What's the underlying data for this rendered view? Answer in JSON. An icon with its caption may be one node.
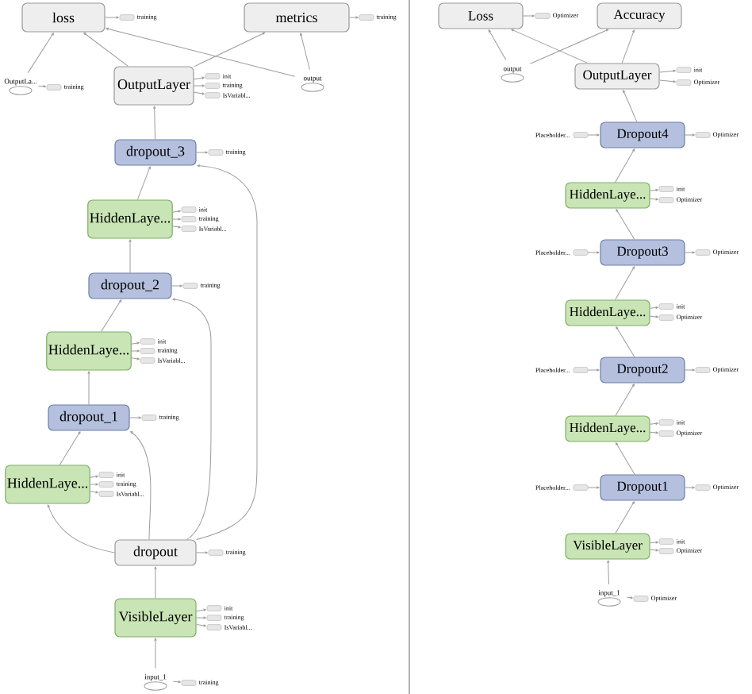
{
  "diagram": {
    "nodes": [
      {
        "text": [
          "loss"
        ]
      },
      {
        "text": [],
        "shape": "box",
        "beside": [
          "training"
        ]
      },
      {
        "text": [
          "metrics"
        ]
      },
      {
        "text": [],
        "shape": "box",
        "beside": [
          "training"
        ]
      },
      {
        "text": [
          "OutputLa..."
        ]
      },
      {
        "text": [],
        "shape": "box",
        "beside": [
          "training"
        ]
      },
      {
        "text": [
          "output"
        ]
      },
      {
        "text": [
          "OutputLayer"
        ]
      },
      {
        "text": [],
        "shape": "box",
        "beside": [
          "init"
        ]
      },
      {
        "text": [],
        "shape": "box",
        "beside": [
          "training"
        ]
      },
      {
        "text": [],
        "shape": "box",
        "beside": [
          "IsVariabl..."
        ]
      },
      {
        "text": [
          "dropout_3"
        ]
      },
      {
        "text": [],
        "shape": "box",
        "beside": [
          "training"
        ]
      },
      {
        "text": [
          "HiddenLaye..."
        ]
      },
      {
        "text": [],
        "shape": "box",
        "beside": [
          "init"
        ]
      },
      {
        "text": [],
        "shape": "box",
        "beside": [
          "training"
        ]
      },
      {
        "text": [],
        "shape": "box",
        "beside": [
          "IsVariabl..."
        ]
      },
      {
        "text": [
          "dropout_2"
        ]
      },
      {
        "text": [],
        "shape": "box",
        "beside": [
          "training"
        ]
      },
      {
        "text": [
          "HiddenLaye..."
        ]
      },
      {
        "text": [],
        "shape": "box",
        "beside": [
          "init"
        ]
      },
      {
        "text": [],
        "shape": "box",
        "beside": [
          "training"
        ]
      },
      {
        "text": [],
        "shape": "box",
        "beside": [
          "IsVariabl..."
        ]
      },
      {
        "text": [
          "dropout_1"
        ]
      },
      {
        "text": [],
        "shape": "box",
        "beside": [
          "training"
        ]
      },
      {
        "text": [
          "HiddenLaye..."
        ]
      },
      {
        "text": [],
        "shape": "box",
        "beside": [
          "init"
        ]
      },
      {
        "text": [],
        "shape": "box",
        "beside": [
          "training"
        ]
      },
      {
        "text": [],
        "shape": "box",
        "beside": [
          "IsVariabl..."
        ]
      },
      {
        "text": [
          "dropout"
        ]
      },
      {
        "text": [],
        "shape": "box",
        "beside": [
          "training"
        ]
      },
      {
        "text": [
          "VisibleLayer"
        ]
      },
      {
        "text": [],
        "shape": "box",
        "beside": [
          "init"
        ]
      },
      {
        "text": [],
        "shape": "box",
        "beside": [
          "training"
        ]
      },
      {
        "text": [],
        "shape": "box",
        "beside": [
          "IsVariabl..."
        ]
      },
      {
        "text": [
          "input_1"
        ]
      },
      {
        "text": [],
        "shape": "box",
        "beside": [
          "training"
        ]
      },
      {
        "text": [
          "Loss"
        ]
      },
      {
        "text": [],
        "shape": "box",
        "beside": [
          "Optimizer"
        ]
      },
      {
        "text": [
          "Accuracy"
        ]
      },
      {
        "text": [
          "output"
        ]
      },
      {
        "text": [
          "OutputLayer"
        ]
      },
      {
        "text": [],
        "shape": "box",
        "beside": [
          "init"
        ]
      },
      {
        "text": [],
        "shape": "box",
        "beside": [
          "Optimizer"
        ]
      },
      {
        "text": [],
        "shape": "box",
        "beside": [
          "Placeholder..."
        ]
      },
      {
        "text": [
          "Dropout4"
        ]
      },
      {
        "text": [],
        "shape": "box",
        "beside": [
          "Optimizer"
        ]
      },
      {
        "text": [
          "HiddenLaye..."
        ]
      },
      {
        "text": [],
        "shape": "box",
        "beside": [
          "init"
        ]
      },
      {
        "text": [],
        "shape": "box",
        "beside": [
          "Optimizer"
        ]
      },
      {
        "text": [],
        "shape": "box",
        "beside": [
          "Placeholder..."
        ]
      },
      {
        "text": [
          "Dropout3"
        ]
      },
      {
        "text": [],
        "shape": "box",
        "beside": [
          "Optimizer"
        ]
      },
      {
        "text": [
          "HiddenLaye..."
        ]
      },
      {
        "text": [],
        "shape": "box",
        "beside": [
          "init"
        ]
      },
      {
        "text": [],
        "shape": "box",
        "beside": [
          "Optimizer"
        ]
      },
      {
        "text": [],
        "shape": "box",
        "beside": [
          "Placeholder..."
        ]
      },
      {
        "text": [
          "Dropout2"
        ]
      },
      {
        "text": [],
        "shape": "box",
        "beside": [
          "Optimizer"
        ]
      },
      {
        "text": [
          "HiddenLaye..."
        ]
      },
      {
        "text": [],
        "shape": "box",
        "beside": [
          "init"
        ]
      },
      {
        "text": [],
        "shape": "box",
        "beside": [
          "Optimizer"
        ]
      },
      {
        "text": [],
        "shape": "box",
        "beside": [
          "Placeholder..."
        ]
      },
      {
        "text": [
          "Dropout1"
        ]
      },
      {
        "text": [],
        "shape": "box",
        "beside": [
          "Optimizer"
        ]
      },
      {
        "text": [
          "VisibleLayer"
        ]
      },
      {
        "text": [],
        "shape": "box",
        "beside": [
          "init"
        ]
      },
      {
        "text": [],
        "shape": "box",
        "beside": [
          "Optimizer"
        ]
      },
      {
        "text": [
          "input_1"
        ]
      },
      {
        "text": [],
        "shape": "box",
        "beside": [
          "Optimizer"
        ]
      }
    ],
    "edges": [
      {
        "from": 4,
        "to": 0,
        "arrow": "to"
      },
      {
        "from": 6,
        "to": 2,
        "arrow": "to"
      },
      {
        "from": 6,
        "to": 0,
        "arrow": "to"
      },
      {
        "from": 7,
        "to": 0,
        "arrow": "to"
      },
      {
        "from": 7,
        "to": 2,
        "arrow": "to"
      },
      {
        "from": 11,
        "to": 7,
        "arrow": "to"
      },
      {
        "from": 13,
        "to": 11,
        "arrow": "to"
      },
      {
        "from": 17,
        "to": 13,
        "arrow": "to"
      },
      {
        "from": 19,
        "to": 17,
        "arrow": "to"
      },
      {
        "from": 23,
        "to": 19,
        "arrow": "to"
      },
      {
        "from": 25,
        "to": 23,
        "arrow": "to"
      },
      {
        "from": 29,
        "to": 25,
        "arrow": "to"
      },
      {
        "from": 29,
        "to": 23,
        "arrow": "to"
      },
      {
        "from": 29,
        "to": 17,
        "arrow": "to"
      },
      {
        "from": 29,
        "to": 11,
        "arrow": "to"
      },
      {
        "from": 31,
        "to": 29,
        "arrow": "to"
      },
      {
        "from": 35,
        "to": 31,
        "arrow": "to"
      },
      {
        "from": 0,
        "to": 1,
        "arrow": "to"
      },
      {
        "from": 2,
        "to": 3,
        "arrow": "to"
      },
      {
        "from": 4,
        "to": 5,
        "arrow": "to"
      },
      {
        "from": 7,
        "to": 8,
        "arrow": "to"
      },
      {
        "from": 7,
        "to": 9,
        "arrow": "to"
      },
      {
        "from": 7,
        "to": 10,
        "arrow": "to"
      },
      {
        "from": 11,
        "to": 12,
        "arrow": "to"
      },
      {
        "from": 13,
        "to": 14,
        "arrow": "to"
      },
      {
        "from": 13,
        "to": 15,
        "arrow": "to"
      },
      {
        "from": 13,
        "to": 16,
        "arrow": "to"
      },
      {
        "from": 17,
        "to": 18,
        "arrow": "to"
      },
      {
        "from": 19,
        "to": 20,
        "arrow": "to"
      },
      {
        "from": 19,
        "to": 21,
        "arrow": "to"
      },
      {
        "from": 19,
        "to": 22,
        "arrow": "to"
      },
      {
        "from": 23,
        "to": 24,
        "arrow": "to"
      },
      {
        "from": 25,
        "to": 26,
        "arrow": "to"
      },
      {
        "from": 25,
        "to": 27,
        "arrow": "to"
      },
      {
        "from": 25,
        "to": 28,
        "arrow": "to"
      },
      {
        "from": 29,
        "to": 30,
        "arrow": "to"
      },
      {
        "from": 31,
        "to": 32,
        "arrow": "to"
      },
      {
        "from": 31,
        "to": 33,
        "arrow": "to"
      },
      {
        "from": 31,
        "to": 34,
        "arrow": "to"
      },
      {
        "from": 35,
        "to": 36,
        "arrow": "to"
      },
      {
        "from": 40,
        "to": 37,
        "arrow": "to"
      },
      {
        "from": 40,
        "to": 39,
        "arrow": "to"
      },
      {
        "from": 41,
        "to": 37,
        "arrow": "to"
      },
      {
        "from": 41,
        "to": 39,
        "arrow": "to"
      },
      {
        "from": 45,
        "to": 41,
        "arrow": "to"
      },
      {
        "from": 47,
        "to": 45,
        "arrow": "to"
      },
      {
        "from": 51,
        "to": 47,
        "arrow": "to"
      },
      {
        "from": 53,
        "to": 51,
        "arrow": "to"
      },
      {
        "from": 57,
        "to": 53,
        "arrow": "to"
      },
      {
        "from": 59,
        "to": 57,
        "arrow": "to"
      },
      {
        "from": 63,
        "to": 59,
        "arrow": "to"
      },
      {
        "from": 65,
        "to": 63,
        "arrow": "to"
      },
      {
        "from": 68,
        "to": 65,
        "arrow": "to"
      },
      {
        "from": 37,
        "to": 38,
        "arrow": "to"
      },
      {
        "from": 41,
        "to": 42,
        "arrow": "to"
      },
      {
        "from": 41,
        "to": 43,
        "arrow": "to"
      },
      {
        "from": 44,
        "to": 45,
        "arrow": "to"
      },
      {
        "from": 45,
        "to": 46,
        "arrow": "to"
      },
      {
        "from": 47,
        "to": 48,
        "arrow": "to"
      },
      {
        "from": 47,
        "to": 49,
        "arrow": "to"
      },
      {
        "from": 50,
        "to": 51,
        "arrow": "to"
      },
      {
        "from": 51,
        "to": 52,
        "arrow": "to"
      },
      {
        "from": 53,
        "to": 54,
        "arrow": "to"
      },
      {
        "from": 53,
        "to": 55,
        "arrow": "to"
      },
      {
        "from": 56,
        "to": 57,
        "arrow": "to"
      },
      {
        "from": 57,
        "to": 58,
        "arrow": "to"
      },
      {
        "from": 59,
        "to": 60,
        "arrow": "to"
      },
      {
        "from": 59,
        "to": 61,
        "arrow": "to"
      },
      {
        "from": 62,
        "to": 63,
        "arrow": "to"
      },
      {
        "from": 63,
        "to": 64,
        "arrow": "to"
      },
      {
        "from": 65,
        "to": 66,
        "arrow": "to"
      },
      {
        "from": 65,
        "to": 67,
        "arrow": "to"
      },
      {
        "from": 68,
        "to": 69,
        "arrow": "to"
      }
    ]
  }
}
